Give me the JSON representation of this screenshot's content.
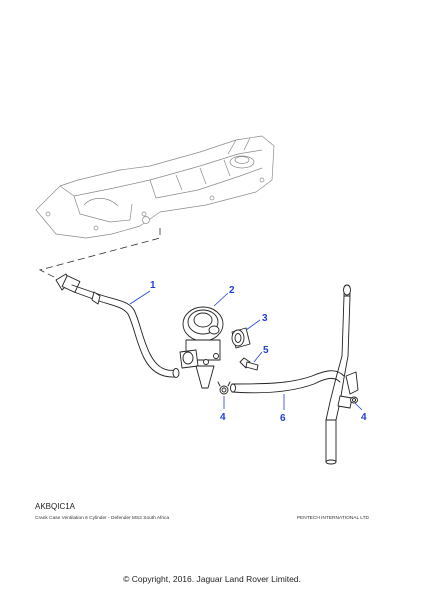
{
  "diagram": {
    "code": "AKBQIC1A",
    "caption_left": "Crank Case Ventilation 6 Cylinder - Defender MS2 South Africa",
    "caption_right": "PENTECH INTERNATIONAL LTD",
    "copyright": "© Copyright, 2016. Jaguar Land Rover Limited.",
    "callouts": [
      {
        "id": "1",
        "label": "1"
      },
      {
        "id": "2",
        "label": "2"
      },
      {
        "id": "3",
        "label": "3"
      },
      {
        "id": "4a",
        "label": "4"
      },
      {
        "id": "5",
        "label": "5"
      },
      {
        "id": "6",
        "label": "6"
      },
      {
        "id": "4b",
        "label": "4"
      }
    ],
    "callout_color": "#1f3fd6"
  }
}
